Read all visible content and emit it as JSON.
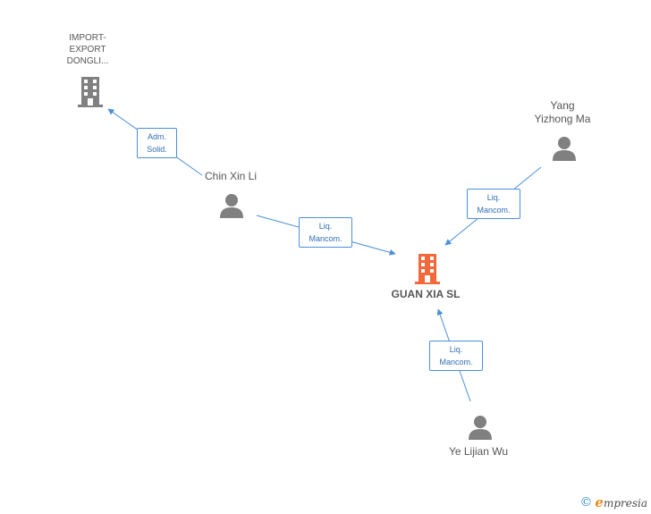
{
  "colors": {
    "edge": "#4a90d9",
    "person_icon": "#808080",
    "company_icon": "#808080",
    "main_company_icon": "#f2683a"
  },
  "nodes": {
    "import_export": {
      "lines": [
        "IMPORT-",
        "EXPORT",
        "DONGLI..."
      ],
      "icon": "building-icon"
    },
    "chin_xin_li": {
      "lines": [
        "Chin Xin Li"
      ],
      "icon": "person-icon"
    },
    "yang_yizhong_ma": {
      "lines": [
        "Yang",
        "Yizhong Ma"
      ],
      "icon": "person-icon"
    },
    "guan_xia": {
      "lines": [
        "GUAN XIA SL"
      ],
      "icon": "building-icon"
    },
    "ye_lijian_wu": {
      "lines": [
        "Ye Lijian Wu"
      ],
      "icon": "person-icon"
    }
  },
  "edges": {
    "chin_to_import": {
      "lines": [
        "Adm.",
        "Solid."
      ]
    },
    "chin_to_guan": {
      "lines": [
        "Liq.",
        "Mancom."
      ]
    },
    "yang_to_guan": {
      "lines": [
        "Liq.",
        "Mancom."
      ]
    },
    "ye_to_guan": {
      "lines": [
        "Liq.",
        "Mancom."
      ]
    }
  },
  "footer": {
    "copyright_symbol": "©",
    "brand_initial": "e",
    "brand_rest": "mpresia"
  }
}
